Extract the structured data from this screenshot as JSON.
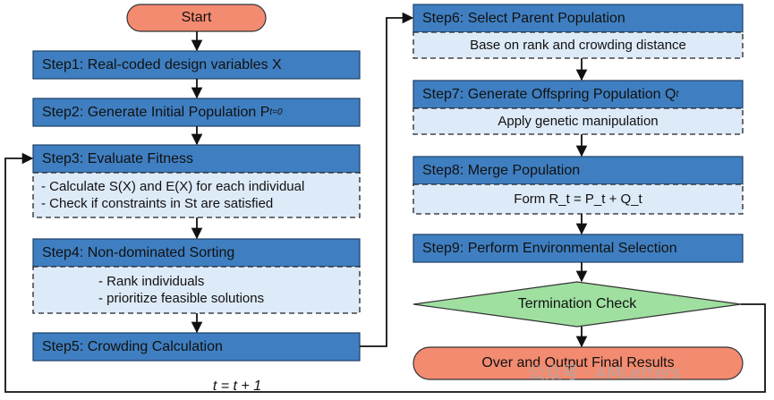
{
  "start_label": "Start",
  "end_label": "Over and Output Final Results",
  "loop_label": "t = t + 1",
  "watermark": "公众号 · AMLetters",
  "colors": {
    "step_fill": "#3f7fc1",
    "sub_fill": "#ddeaf7",
    "terminal_fill": "#f38b70",
    "decision_fill": "#9fe0a1",
    "line": "#111111"
  },
  "steps": [
    {
      "title": "Step1: Real-coded design variables X"
    },
    {
      "title": "Step2: Generate Initial Population P",
      "sub": "t=0"
    },
    {
      "title": "Step3: Evaluate Fitness",
      "details": [
        "- Calculate S(X) and E(X)  for each individual",
        "- Check if constraints in St are satisfied"
      ]
    },
    {
      "title": "Step4: Non-dominated Sorting",
      "details": [
        "- Rank individuals",
        "- prioritize feasible solutions"
      ]
    },
    {
      "title": "Step5: Crowding Calculation"
    },
    {
      "title": "Step6: Select Parent Population",
      "details": [
        "Base on rank and crowding distance"
      ]
    },
    {
      "title": "Step7: Generate Offspring Population Q",
      "sub": "t",
      "details": [
        "Apply genetic manipulation"
      ]
    },
    {
      "title": "Step8: Merge Population",
      "details": [
        "Form R_t = P_t + Q_t"
      ]
    },
    {
      "title": "Step9: Perform Environmental Selection"
    }
  ],
  "decision": "Termination Check"
}
